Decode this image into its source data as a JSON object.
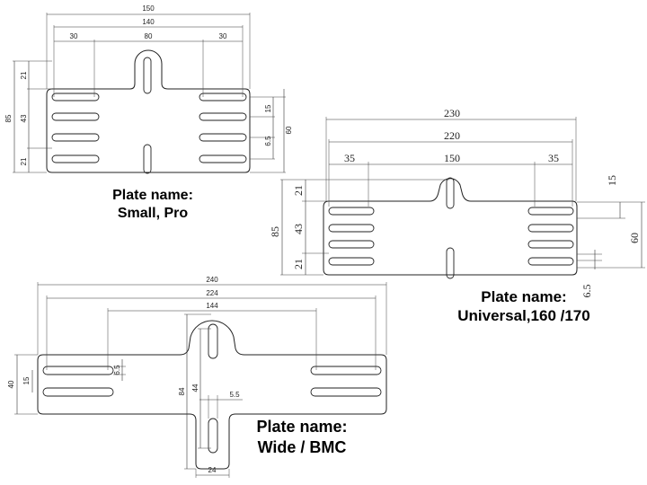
{
  "plates": [
    {
      "name_label": "Plate name:",
      "name": "Small, Pro",
      "dims": {
        "overall_width": "150",
        "inner_width": "140",
        "left_pitch": "30",
        "center_pitch": "80",
        "right_pitch": "30",
        "top_spacing": "21",
        "mid_spacing": "43",
        "bottom_spacing": "21",
        "overall_height": "85",
        "slot_pitch": "15",
        "slot_width": "6.5",
        "right_height": "60"
      }
    },
    {
      "name_label": "Plate name:",
      "name": "Universal,160 /170",
      "dims": {
        "overall_width": "230",
        "inner_width": "220",
        "left_pitch": "35",
        "center_pitch": "150",
        "right_pitch": "35",
        "top_spacing": "21",
        "mid_spacing": "43",
        "bottom_spacing": "21",
        "overall_height": "85",
        "slot_pitch": "15",
        "slot_width": "6.5",
        "right_height": "60"
      }
    },
    {
      "name_label": "Plate name:",
      "name": "Wide / BMC",
      "dims": {
        "overall_width": "240",
        "inner_width": "224",
        "center_pitch": "144",
        "left_height": "40",
        "slot_pitch": "15",
        "slot_width": "6.5",
        "center_height": "84",
        "center_slot": "44",
        "center_slot_width": "5.5",
        "bottom_width": "24"
      }
    }
  ]
}
